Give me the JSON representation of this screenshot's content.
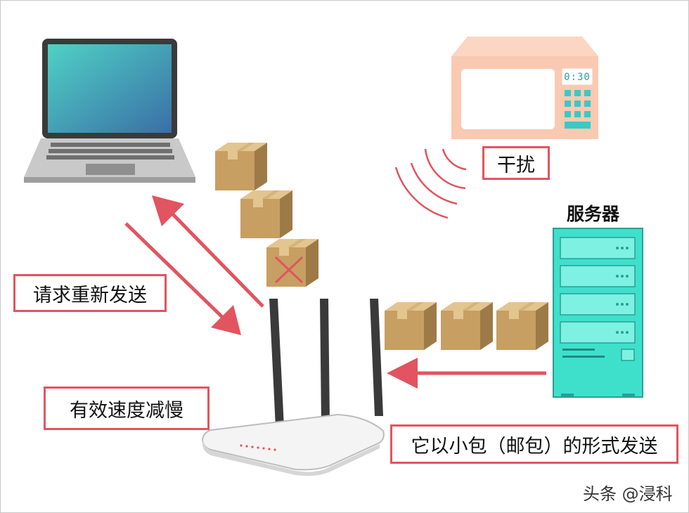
{
  "labels": {
    "interference": "干扰",
    "server": "服务器",
    "resend": "请求重新发送",
    "slowdown": "有效速度减慢",
    "packets": "它以小包（邮包）的形式发送"
  },
  "microwave": {
    "display": "0:30"
  },
  "watermark": "头条 @浸科",
  "colors": {
    "accent": "#e2545f",
    "laptop_screen": "#3fa7b8",
    "microwave": "#f9c9b2",
    "server": "#3ee0cc",
    "box": "#c79f63"
  }
}
